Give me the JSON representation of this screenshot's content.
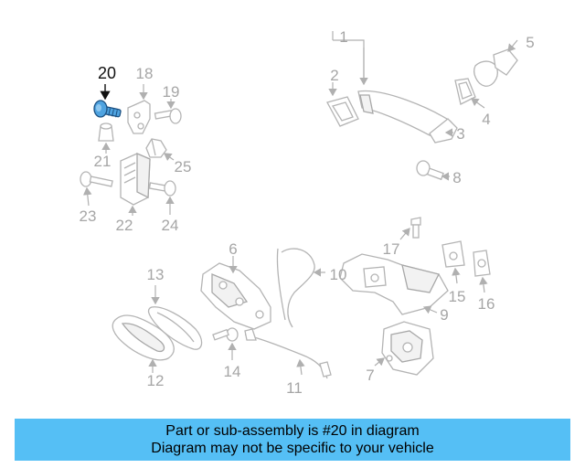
{
  "diagram": {
    "highlight_color": "#4fa3e0",
    "highlighted_part": "20",
    "callouts": [
      "1",
      "2",
      "3",
      "4",
      "5",
      "6",
      "7",
      "8",
      "9",
      "10",
      "11",
      "12",
      "13",
      "14",
      "15",
      "16",
      "17",
      "18",
      "19",
      "20",
      "21",
      "22",
      "23",
      "24",
      "25"
    ]
  },
  "banner": {
    "line1": "Part or sub-assembly is #20 in diagram",
    "line2": "Diagram may not be specific to your vehicle",
    "background": "#55bff5"
  }
}
